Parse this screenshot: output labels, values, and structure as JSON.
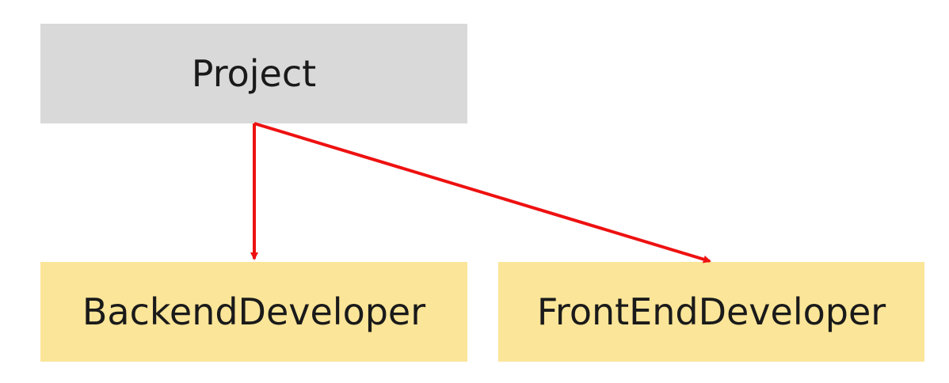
{
  "diagram": {
    "nodes": [
      {
        "id": "project",
        "label": "Project"
      },
      {
        "id": "backend",
        "label": "BackendDeveloper"
      },
      {
        "id": "frontend",
        "label": "FrontEndDeveloper"
      }
    ],
    "edges": [
      {
        "from": "project",
        "to": "backend"
      },
      {
        "from": "project",
        "to": "frontend"
      }
    ],
    "colors": {
      "root_fill": "#d9d9d9",
      "child_fill": "#fbe598",
      "arrow": "#ee1111",
      "text": "#1a1a1a"
    }
  }
}
